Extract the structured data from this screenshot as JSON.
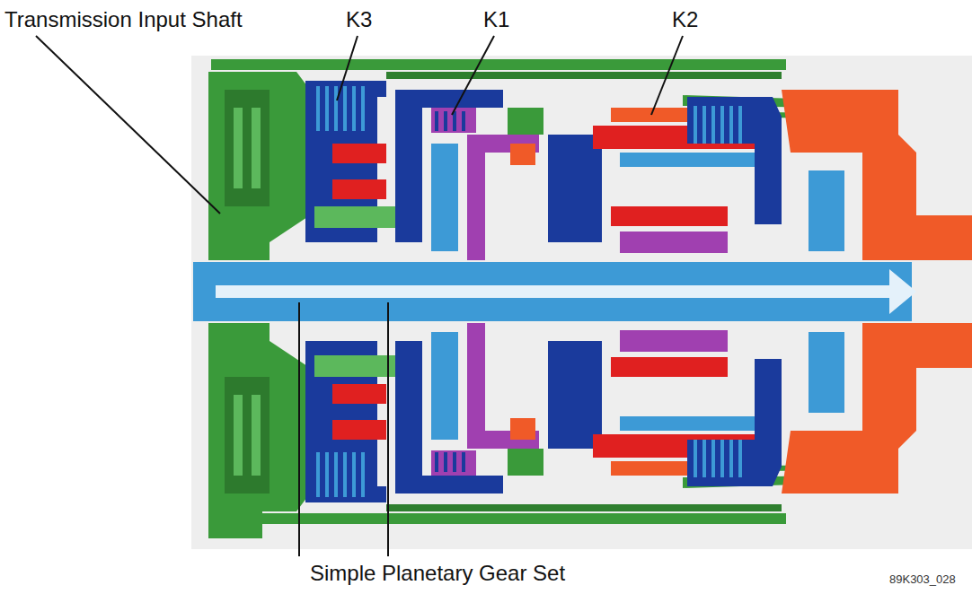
{
  "diagram": {
    "labels": [
      "Transmission Input Shaft",
      "K3",
      "K1",
      "K2",
      "Simple Planetary Gear Set",
      "89K303_028"
    ]
  }
}
